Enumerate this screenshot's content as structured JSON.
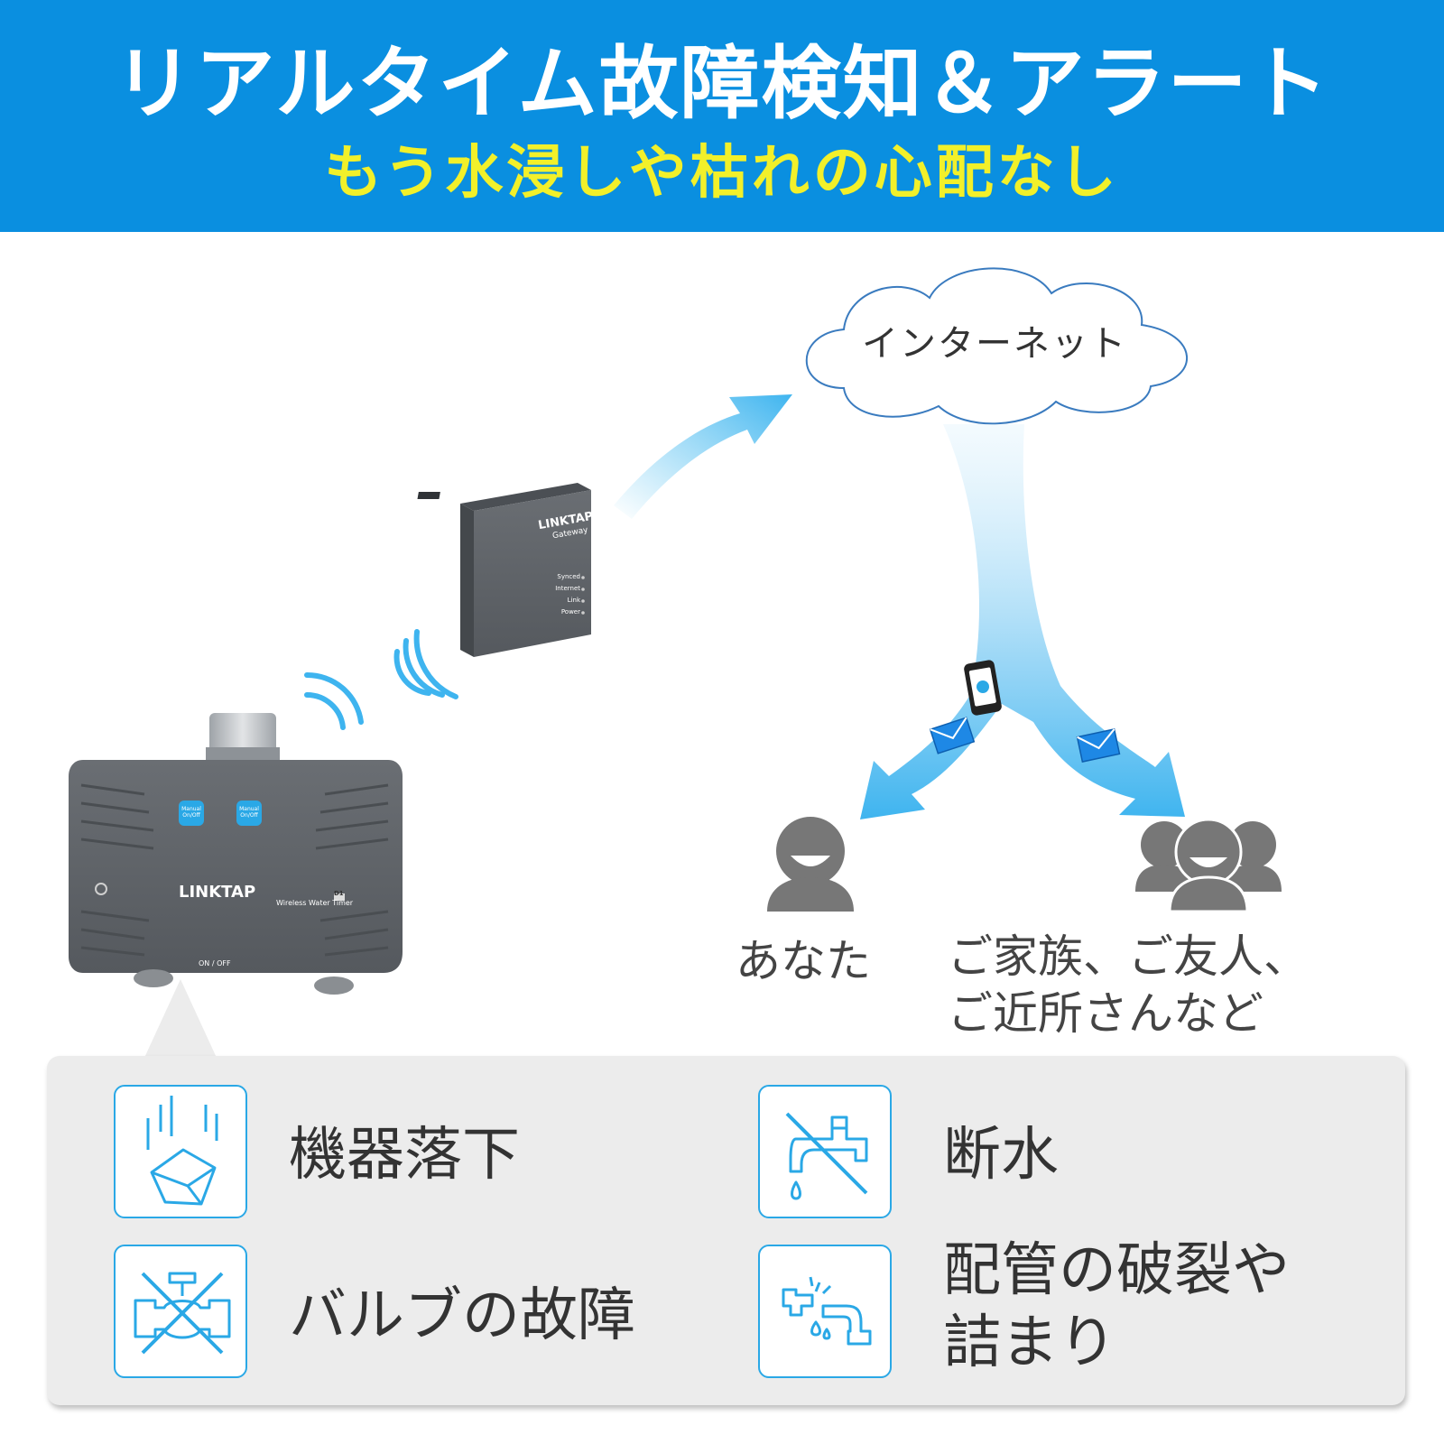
{
  "banner": {
    "title": "リアルタイム故障検知＆アラート",
    "subtitle": "もう水浸しや枯れの心配なし"
  },
  "cloud": {
    "label": "インターネット"
  },
  "recipients": {
    "you": "あなた",
    "others_line1": "ご家族、ご友人、",
    "others_line2": "ご近所さんなど"
  },
  "gateway": {
    "brand": "LINKTAP",
    "model": "Gateway",
    "leds": [
      "Synced",
      "Internet",
      "Link",
      "Power"
    ]
  },
  "timer": {
    "brand": "LINKTAP",
    "button_label": "Manual On/Off",
    "model_tag": "D1",
    "product_name": "Wireless Water Timer",
    "switch_label": "ON / OFF"
  },
  "failures": [
    {
      "icon": "falling-device-icon",
      "label": "機器落下"
    },
    {
      "icon": "no-water-icon",
      "label": "断水"
    },
    {
      "icon": "broken-valve-icon",
      "label": "バルブの故障"
    },
    {
      "icon": "burst-pipe-icon",
      "label_line1": "配管の破裂や",
      "label_line2": "詰まり"
    }
  ],
  "colors": {
    "banner_bg": "#0a8fe0",
    "banner_title": "#ffffff",
    "banner_subtitle": "#f2f02a",
    "accent": "#2aa8e6",
    "device": "#5f6368",
    "person": "#777777"
  }
}
